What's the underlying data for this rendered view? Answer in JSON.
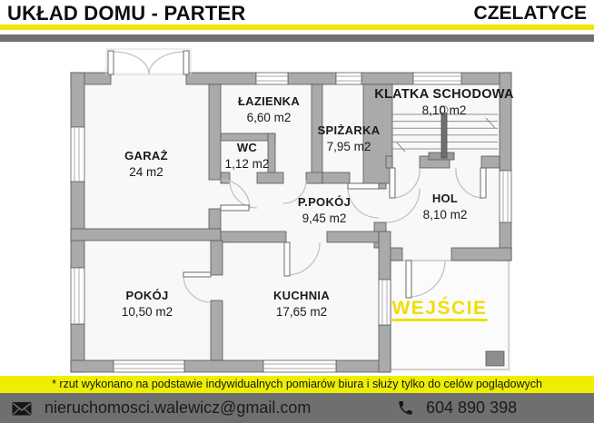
{
  "header": {
    "title": "UKŁAD DOMU - PARTER",
    "location": "CZELATYCE",
    "accent_yellow": "#f0e70a",
    "accent_gray": "#6e6f71"
  },
  "plan": {
    "wall_color": "#a9aaab",
    "floor_color": "#f8f8f9",
    "rooms": [
      {
        "id": "garaz",
        "name": "GARAŻ",
        "area": "24 m2"
      },
      {
        "id": "lazienka",
        "name": "ŁAZIENKA",
        "area": "6,60 m2"
      },
      {
        "id": "wc",
        "name": "WC",
        "area": "1,12 m2"
      },
      {
        "id": "spizarka",
        "name": "SPIŻARKA",
        "area": "7,95 m2"
      },
      {
        "id": "klatka",
        "name": "KLATKA SCHODOWA",
        "area": "8,10 m2"
      },
      {
        "id": "hol",
        "name": "HOL",
        "area": "8,10 m2"
      },
      {
        "id": "ppokoj",
        "name": "P.POKÓJ",
        "area": "9,45 m2"
      },
      {
        "id": "pokoj",
        "name": "POKÓJ",
        "area": "10,50 m2"
      },
      {
        "id": "kuchnia",
        "name": "KUCHNIA",
        "area": "17,65 m2"
      }
    ],
    "entrance_label": "WEJŚCIE",
    "entrance_color": "#f0de00"
  },
  "footer": {
    "disclaimer": "* rzut wykonano na podstawie indywidualnych pomiarów biura i służy tylko do celów poglądowych",
    "email": "nieruchomosci.walewicz@gmail.com",
    "phone": "604 890 398",
    "strip_color": "#efed00",
    "bar_color": "#6e6f71",
    "icons": {
      "email": "envelope-icon",
      "phone": "phone-handset-icon"
    }
  }
}
